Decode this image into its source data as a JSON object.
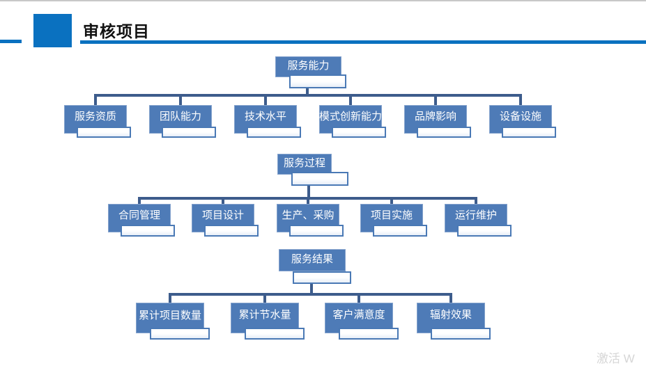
{
  "slide": {
    "title": "审核项目",
    "watermark": "激活 W",
    "colors": {
      "accent_blue": "#0a71c0",
      "node_fill": "#4e7bb7",
      "connector": "#3d5c8c",
      "tab_border": "#4a79b5",
      "hairline_gray": "#c8c8c8",
      "watermark_gray": "#d6d6d6"
    },
    "trees": [
      {
        "root": "服务能力",
        "children": [
          "服务资质",
          "团队能力",
          "技术水平",
          "模式创新能力",
          "品牌影响",
          "设备设施"
        ]
      },
      {
        "root": "服务过程",
        "children": [
          "合同管理",
          "项目设计",
          "生产、采购",
          "项目实施",
          "运行维护"
        ]
      },
      {
        "root": "服务结果",
        "children": [
          "累计项目数量",
          "累计节水量",
          "客户满意度",
          "辐射效果"
        ]
      }
    ]
  }
}
